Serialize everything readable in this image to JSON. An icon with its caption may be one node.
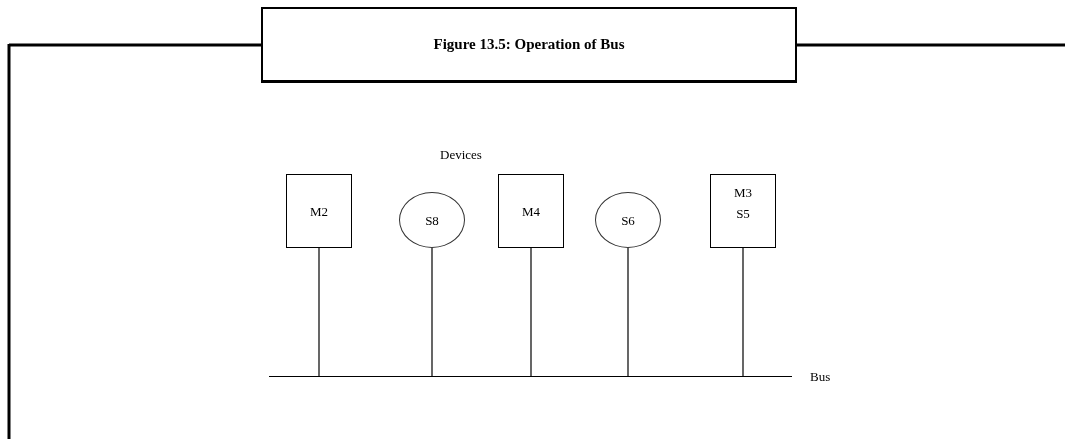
{
  "diagram": {
    "title": "Figure 13.5: Operation of Bus",
    "nodes": [
      {
        "text": [
          "M2"
        ]
      },
      {
        "text": [
          "S8"
        ]
      },
      {
        "text": [
          "M4"
        ]
      },
      {
        "text": [
          "S6"
        ]
      },
      {
        "text": [
          "M3",
          "S5"
        ]
      },
      {
        "text": [],
        "shape": "bar",
        "beside": [
          "Bus"
        ]
      }
    ],
    "edges": [
      {
        "from": 0,
        "to": 5,
        "arrow": "none"
      },
      {
        "from": 1,
        "to": 5,
        "arrow": "none"
      },
      {
        "from": 2,
        "to": 5,
        "arrow": "none"
      },
      {
        "from": 3,
        "to": 5,
        "arrow": "none"
      },
      {
        "from": 4,
        "to": 5,
        "arrow": "none"
      }
    ],
    "labels": [
      "Devices"
    ]
  }
}
